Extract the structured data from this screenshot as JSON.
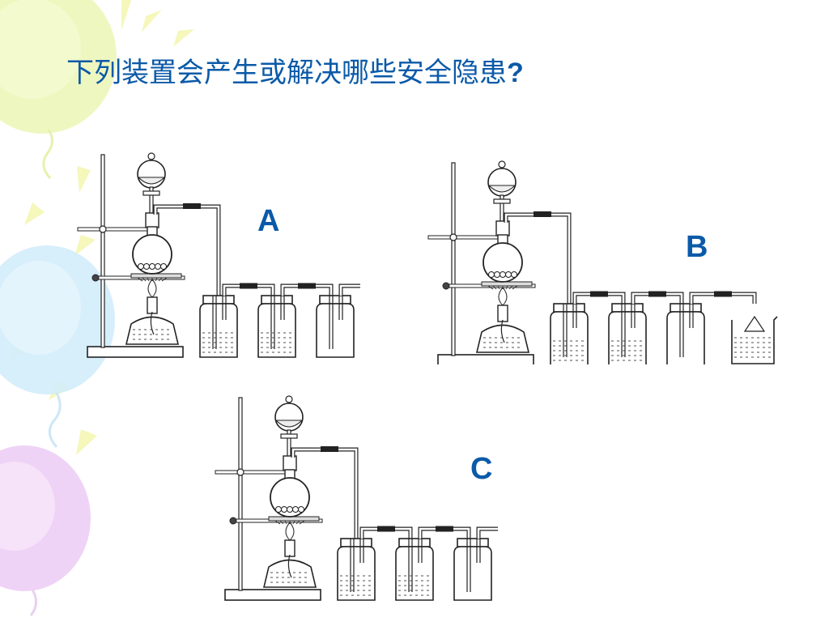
{
  "slide": {
    "title": "下列装置会产生或解决哪些安全隐患",
    "title_mark": "?"
  },
  "apparatus": [
    {
      "label": "A",
      "bottle_count": 3,
      "has_beaker": false,
      "last_bottle_liquid": false
    },
    {
      "label": "B",
      "bottle_count": 3,
      "has_beaker": true,
      "last_bottle_liquid": false
    },
    {
      "label": "C",
      "bottle_count": 3,
      "has_beaker": false,
      "last_bottle_liquid": false
    }
  ],
  "colors": {
    "title": "#0b5aa8",
    "line": "#222222",
    "balloon_yellow": "#eef7b8",
    "balloon_blue": "#cfe9fb",
    "balloon_purple": "#eccdf4",
    "sun_ray": "#f3f3a0"
  }
}
